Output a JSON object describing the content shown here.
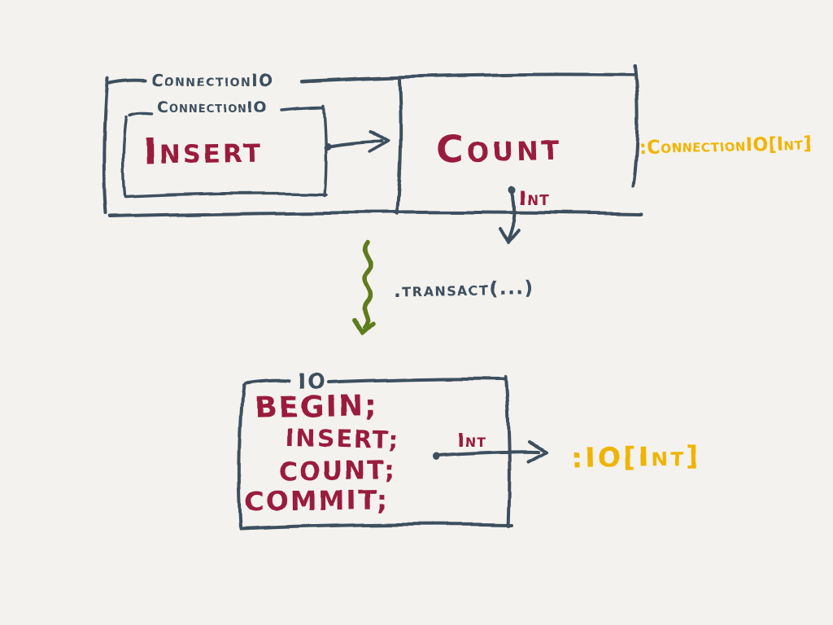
{
  "colors": {
    "background": "#f4f2ee",
    "ink": "#3d4f5e",
    "keyword": "#9a1f3e",
    "type_annotation": "#f0b400",
    "transact_arrow": "#5d7c1e"
  },
  "top_diagram": {
    "outer_box_label": "ConnectionIO",
    "inner_box_label": "ConnectionIO",
    "inner_box_value": "Insert",
    "second_box_value": "Count",
    "output_label": "Int",
    "type_annotation": ":ConnectionIO[Int]"
  },
  "transform": {
    "label": ".transact(...)"
  },
  "bottom_diagram": {
    "box_label": "IO",
    "statements": [
      "BEGIN;",
      "INSERT;",
      "COUNT;",
      "COMMIT;"
    ],
    "output_label": "Int",
    "type_annotation": ":IO[Int]"
  }
}
